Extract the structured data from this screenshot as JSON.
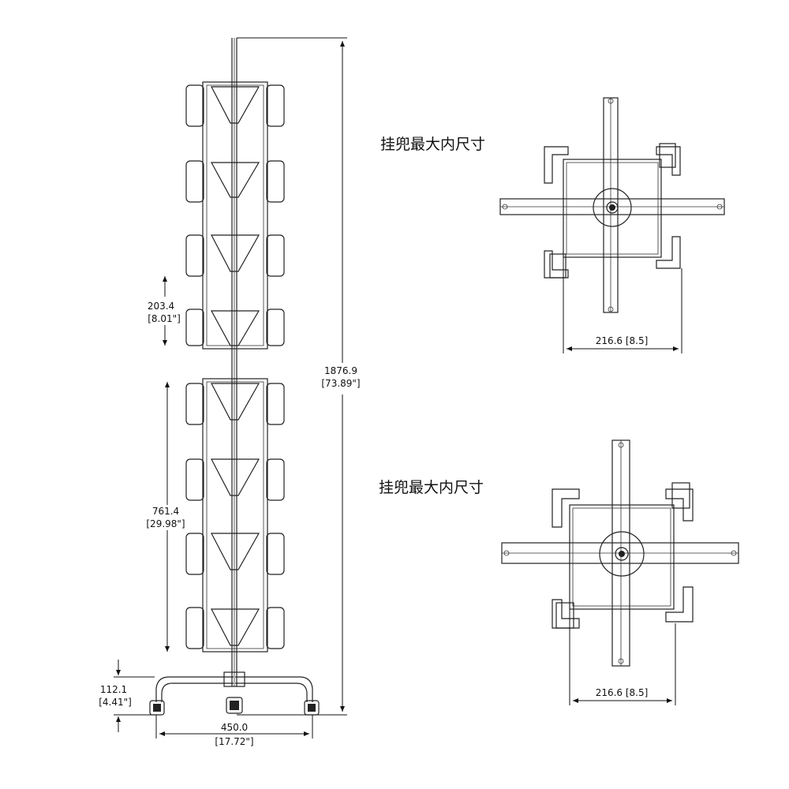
{
  "labels": {
    "height_total": "1876.9",
    "height_total_in": "[73.89\"]",
    "pocket_pitch": "203.4",
    "pocket_pitch_in": "[8.01\"]",
    "section_height": "761.4",
    "section_height_in": "[29.98\"]",
    "base_height": "112.1",
    "base_height_in": "[4.41\"]",
    "base_width": "450.0",
    "base_width_in": "[17.72\"]",
    "top_view_1_title": "挂兜最大内尺寸",
    "top_view_1_dim": "216.6 [8.5]",
    "top_view_2_title": "挂兜最大内尺寸",
    "top_view_2_dim": "216.6 [8.5]"
  }
}
